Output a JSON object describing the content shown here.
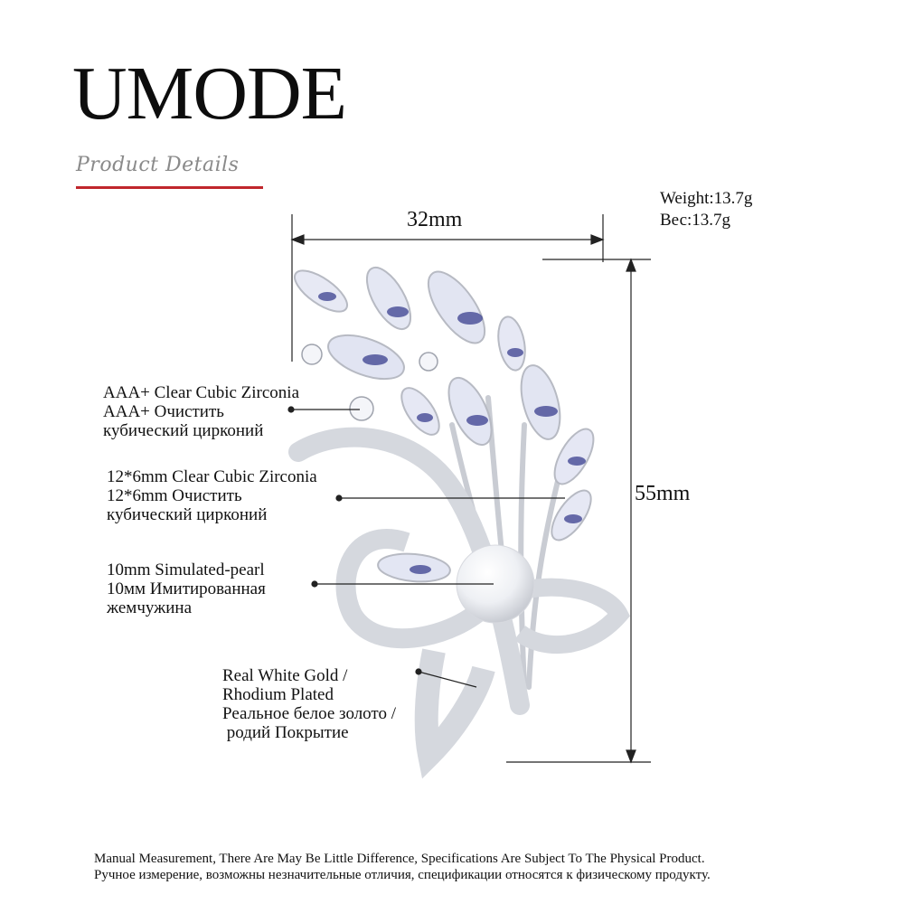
{
  "brand": "UMODE",
  "subtitle": "Product Details",
  "specs": {
    "weight_en": "Weight:13.7g",
    "weight_ru": "Вес:13.7g"
  },
  "dimensions": {
    "width": "32mm",
    "height": "55mm"
  },
  "callouts": [
    {
      "lines": [
        "AAA+ Clear Cubic Zirconia",
        "AAA+ Очистить",
        "кубический цирконий"
      ]
    },
    {
      "lines": [
        "12*6mm Clear Cubic Zirconia",
        "12*6mm Очистить",
        "кубический цирконий"
      ]
    },
    {
      "lines": [
        "10mm Simulated-pearl",
        "10мм Имитированная",
        "жемчужина"
      ]
    },
    {
      "lines": [
        "Real White Gold /",
        "Rhodium Plated",
        "Реальное белое золото /",
        " родий Покрытие"
      ]
    }
  ],
  "footer": {
    "line_en": "Manual Measurement, There Are May Be Little Difference, Specifications Are Subject To The Physical Product.",
    "line_ru": "Ручное измерение, возможны незначительные отличия, спецификации относятся к физическому продукту."
  },
  "colors": {
    "accent": "#c0262c",
    "stone": "#3a3f8f",
    "metal": "#c9ccd3"
  }
}
